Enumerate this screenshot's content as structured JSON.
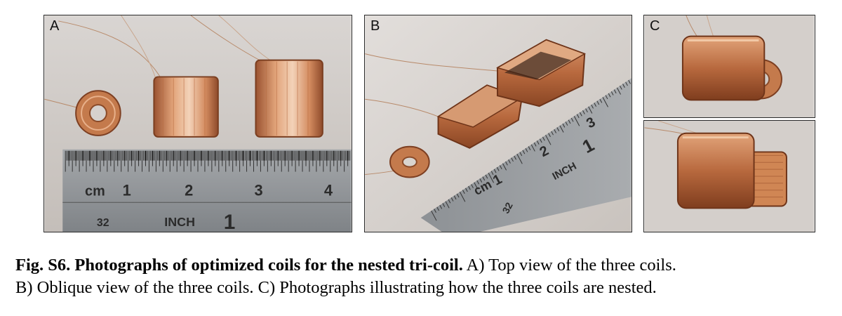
{
  "panels": {
    "a": {
      "label": "A",
      "ruler": {
        "cm_unit": "cm",
        "cm_numbers": [
          "1",
          "2",
          "3",
          "4"
        ],
        "inch_numbers": [
          "32"
        ],
        "inch_label": "INCH",
        "inch_number": "1"
      }
    },
    "b": {
      "label": "B",
      "ruler": {
        "cm_unit": "cm",
        "cm_numbers": [
          "1",
          "2",
          "3"
        ],
        "inch_numbers": [
          "32"
        ],
        "inch_label": "INCH",
        "inch_number": "1"
      }
    },
    "c": {
      "label": "C"
    }
  },
  "caption": {
    "bold": "Fig. S6. Photographs of optimized coils for the nested tri-coil.",
    "line1_rest": " A) Top view of the three coils.",
    "line2": "B) Oblique view of the three coils. C) Photographs illustrating how the three coils are nested."
  },
  "colors": {
    "copper": "#c8784a",
    "copper_light": "#f0c6a0",
    "ruler": "#8e9296",
    "background_gray": "#cfcac6"
  }
}
